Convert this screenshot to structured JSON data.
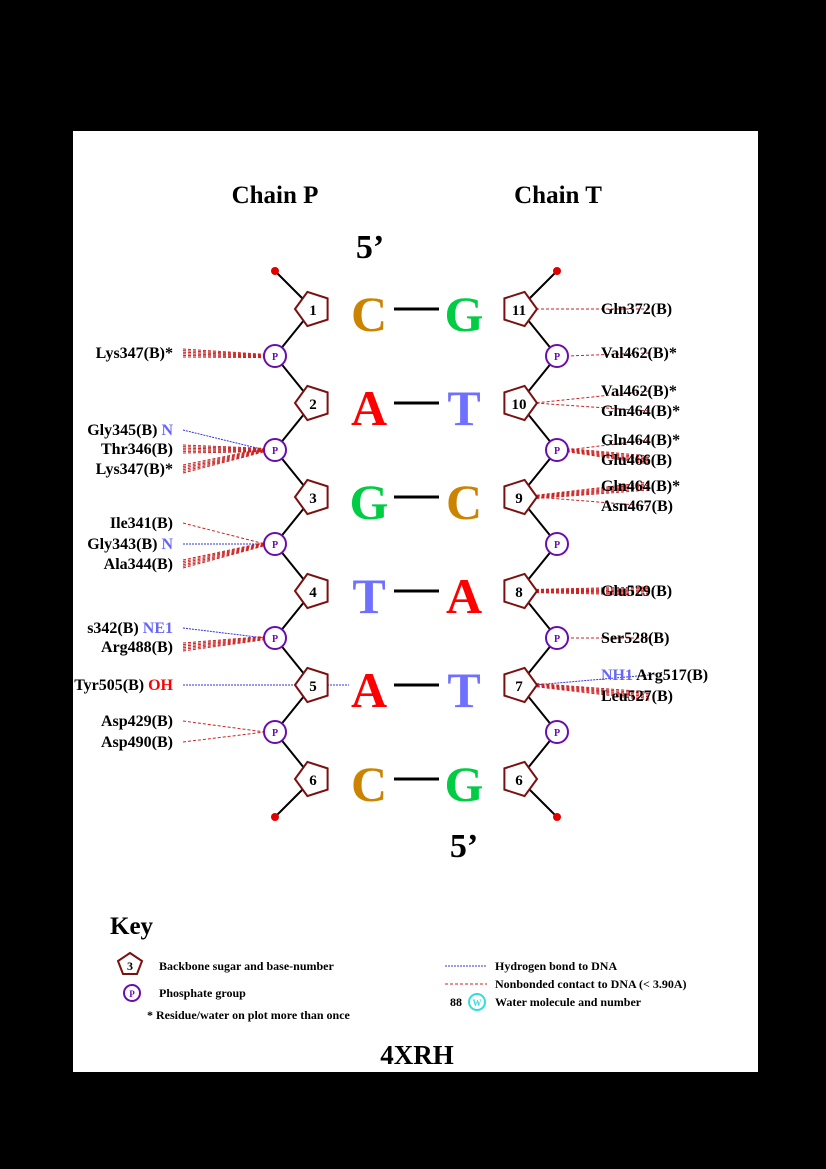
{
  "chains": {
    "left": "Chain P",
    "right": "Chain T"
  },
  "ends": {
    "top": "5’",
    "bottom": "5’"
  },
  "pdb_id": "4XRH",
  "phosphate_label": "P",
  "colors": {
    "A": "#ff0000",
    "T": "#7070ff",
    "G": "#00cc44",
    "C": "#cc8400",
    "sugar": "#7a1010",
    "phosphate": "#6a0dad",
    "hbond": "#3333dd",
    "nonbonded": "#cc2222",
    "atom_blue": "#6666ff",
    "atom_red": "#ff0000",
    "water": "#33dddd",
    "terminal": "#e00000"
  },
  "pairs": [
    {
      "left_num": "1",
      "left_base": "C",
      "right_base": "G",
      "right_num": "11"
    },
    {
      "left_num": "2",
      "left_base": "A",
      "right_base": "T",
      "right_num": "10"
    },
    {
      "left_num": "3",
      "left_base": "G",
      "right_base": "C",
      "right_num": "9"
    },
    {
      "left_num": "4",
      "left_base": "T",
      "right_base": "A",
      "right_num": "8"
    },
    {
      "left_num": "5",
      "left_base": "A",
      "right_base": "T",
      "right_num": "7"
    },
    {
      "left_num": "6",
      "left_base": "C",
      "right_base": "G",
      "right_num": "6"
    }
  ],
  "contacts": [
    {
      "residue": "Lys347(B)*",
      "atom": "",
      "side": "left",
      "target": "phosphate-1",
      "kind": "nonbonded",
      "multi": true
    },
    {
      "residue": "Gly345(B)",
      "atom": "N",
      "side": "left",
      "target": "phosphate-2",
      "kind": "hbond"
    },
    {
      "residue": "Thr346(B)",
      "atom": "",
      "side": "left",
      "target": "phosphate-2",
      "kind": "nonbonded",
      "multi": true
    },
    {
      "residue": "Lys347(B)*",
      "atom": "",
      "side": "left",
      "target": "phosphate-2",
      "kind": "nonbonded",
      "multi": true
    },
    {
      "residue": "Ile341(B)",
      "atom": "",
      "side": "left",
      "target": "phosphate-3",
      "kind": "nonbonded"
    },
    {
      "residue": "Gly343(B)",
      "atom": "N",
      "side": "left",
      "target": "phosphate-3",
      "kind": "hbond"
    },
    {
      "residue": "Ala344(B)",
      "atom": "",
      "side": "left",
      "target": "phosphate-3",
      "kind": "nonbonded",
      "multi": true
    },
    {
      "residue": "s342(B)",
      "atom": "NE1",
      "side": "left",
      "target": "phosphate-4",
      "kind": "hbond"
    },
    {
      "residue": "Arg488(B)",
      "atom": "",
      "side": "left",
      "target": "phosphate-4",
      "kind": "nonbonded",
      "multi": true
    },
    {
      "residue": "Tyr505(B)",
      "atom": "OH",
      "side": "left",
      "target": "sugar-5",
      "kind": "hbond"
    },
    {
      "residue": "Asp429(B)",
      "atom": "",
      "side": "left",
      "target": "phosphate-5",
      "kind": "nonbonded"
    },
    {
      "residue": "Asp490(B)",
      "atom": "",
      "side": "left",
      "target": "phosphate-5",
      "kind": "nonbonded"
    },
    {
      "residue": "Gln372(B)",
      "atom": "",
      "side": "right",
      "target": "sugar-11",
      "kind": "nonbonded"
    },
    {
      "residue": "Val462(B)*",
      "atom": "",
      "side": "right",
      "target": "phosphate-11",
      "kind": "nonbonded"
    },
    {
      "residue": "Val462(B)*",
      "atom": "",
      "side": "right",
      "target": "sugar-10",
      "kind": "nonbonded"
    },
    {
      "residue": "Gln464(B)*",
      "atom": "",
      "side": "right",
      "target": "sugar-10",
      "kind": "nonbonded"
    },
    {
      "residue": "Gln464(B)*",
      "atom": "",
      "side": "right",
      "target": "phosphate-10",
      "kind": "nonbonded"
    },
    {
      "residue": "Glu466(B)",
      "atom": "",
      "side": "right",
      "target": "phosphate-10",
      "kind": "nonbonded",
      "multi": true
    },
    {
      "residue": "Gln464(B)*",
      "atom": "",
      "side": "right",
      "target": "sugar-9",
      "kind": "nonbonded",
      "multi": true
    },
    {
      "residue": "Asn467(B)",
      "atom": "",
      "side": "right",
      "target": "sugar-9",
      "kind": "nonbonded"
    },
    {
      "residue": "Glu529(B)",
      "atom": "",
      "side": "right",
      "target": "sugar-8",
      "kind": "nonbonded",
      "multi": true
    },
    {
      "residue": "Ser528(B)",
      "atom": "",
      "side": "right",
      "target": "phosphate-8",
      "kind": "nonbonded"
    },
    {
      "residue": "Arg517(B)",
      "atom": "NH1",
      "side": "right",
      "target": "sugar-7",
      "kind": "hbond"
    },
    {
      "residue": "Leu527(B)",
      "atom": "",
      "side": "right",
      "target": "sugar-7",
      "kind": "nonbonded",
      "multi": true
    }
  ],
  "key": {
    "title": "Key",
    "sugar_example_number": "3",
    "sugar_label": "Backbone sugar and base-number",
    "phosphate_label": "Phosphate group",
    "repeat_note": "* Residue/water on plot more than once",
    "hbond_label": "Hydrogen bond to DNA",
    "nonbonded_label": "Nonbonded contact to DNA (< 3.90A)",
    "water_number": "88",
    "water_symbol": "W",
    "water_label": "Water molecule and number"
  }
}
